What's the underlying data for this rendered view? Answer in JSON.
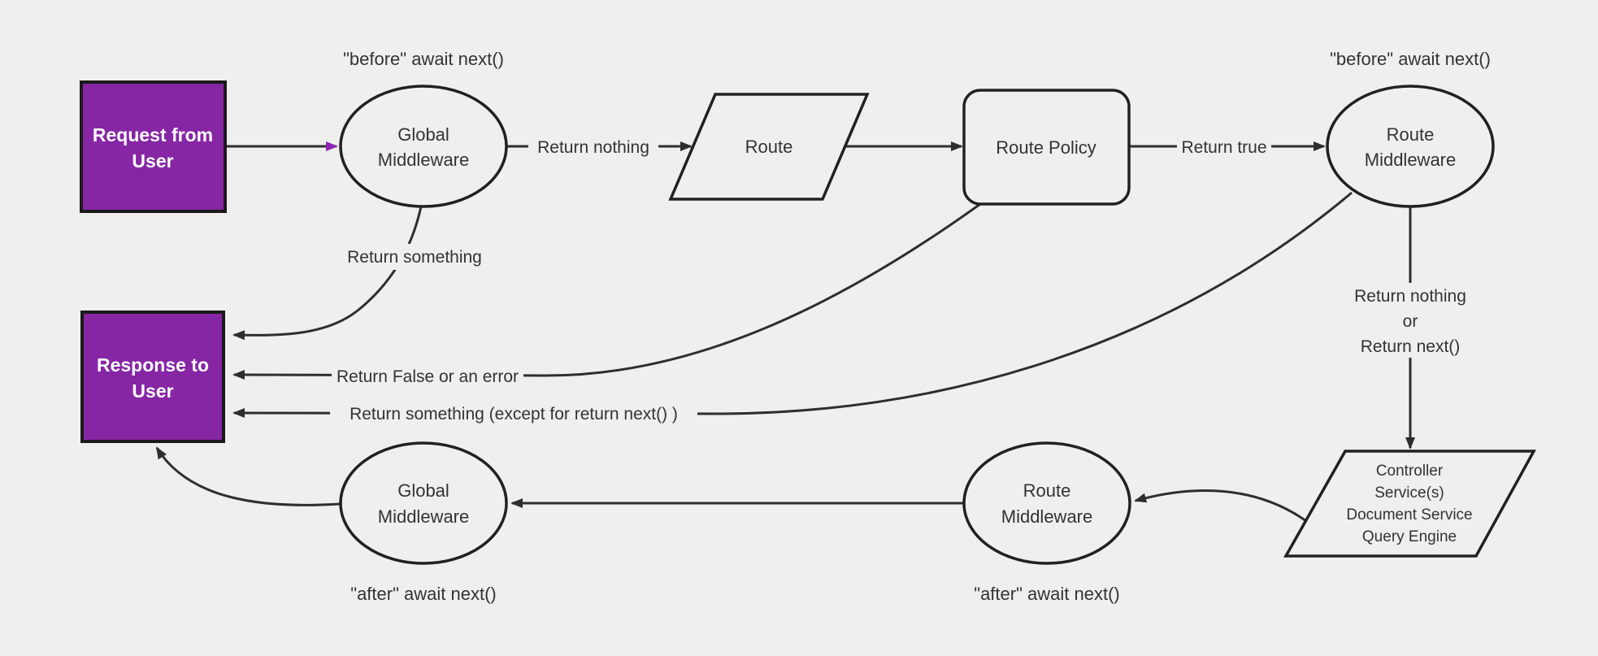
{
  "diagram": {
    "colors": {
      "background": "#efefef",
      "edge": "#2e2e2e",
      "node_stroke": "#212121",
      "accent": "#8726a5",
      "accent_arrow": "#8e24af",
      "label_text": "#333333",
      "box_text": "#ffffff"
    },
    "nodes": {
      "request": {
        "lines": [
          "Request from",
          "User"
        ]
      },
      "response": {
        "lines": [
          "Response to",
          "User"
        ]
      },
      "global_middleware": {
        "lines": [
          "Global",
          "Middleware"
        ]
      },
      "route_middleware": {
        "lines": [
          "Route",
          "Middleware"
        ]
      },
      "route": {
        "label": "Route"
      },
      "route_policy": {
        "label": "Route Policy"
      },
      "controller": {
        "lines": [
          "Controller",
          "Service(s)",
          "Document Service",
          "Query Engine"
        ]
      }
    },
    "edge_labels": {
      "return_nothing": "Return nothing",
      "return_true": "Return true",
      "return_something": "Return something",
      "return_false_or_error": "Return False or an error",
      "return_something_except": "Return something (except for return next() )",
      "return_nothing_or": [
        "Return nothing",
        "or",
        "Return next()"
      ]
    },
    "annotations": {
      "before_await_next": "\"before\" await next()",
      "after_await_next": "\"after\" await next()"
    }
  }
}
